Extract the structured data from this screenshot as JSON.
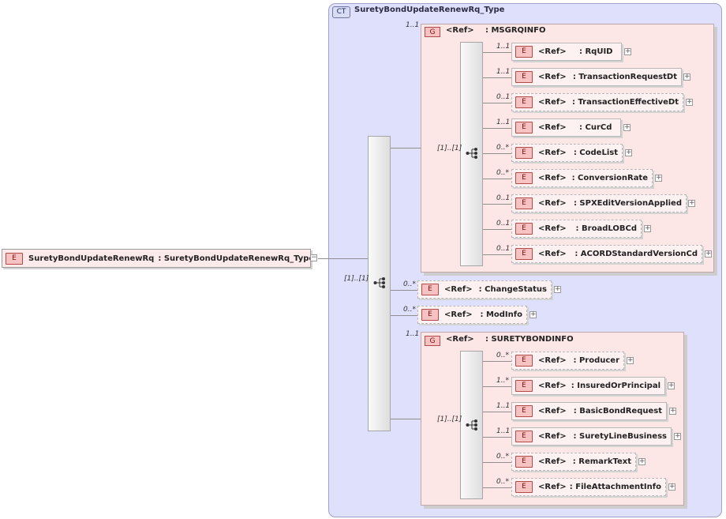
{
  "root": {
    "badge": "E",
    "name": "SuretyBondUpdateRenewRq",
    "type_label": ": SuretyBondUpdateRenewRq_Type",
    "expander": "−"
  },
  "complex_type": {
    "badge": "CT",
    "title": "SuretyBondUpdateRenewRq_Type"
  },
  "main_sequence": {
    "multiplicity": "[1]..[1]"
  },
  "msgrq_group": {
    "badge": "G",
    "ref": "<Ref>",
    "name": ": MSGRQINFO",
    "multiplicity": "1..1",
    "seq_multiplicity": "[1]..[1]",
    "items": [
      {
        "mult": "1..1",
        "ref": "<Ref>",
        "name": ": RqUID",
        "expander": "+"
      },
      {
        "mult": "1..1",
        "ref": "<Ref>",
        "name": ": TransactionRequestDt",
        "expander": "+"
      },
      {
        "mult": "0..1",
        "ref": "<Ref>",
        "name": ": TransactionEffectiveDt",
        "expander": "+"
      },
      {
        "mult": "1..1",
        "ref": "<Ref>",
        "name": ": CurCd",
        "expander": "+"
      },
      {
        "mult": "0..*",
        "ref": "<Ref>",
        "name": ": CodeList",
        "expander": "+"
      },
      {
        "mult": "0..*",
        "ref": "<Ref>",
        "name": ": ConversionRate",
        "expander": "+"
      },
      {
        "mult": "0..1",
        "ref": "<Ref>",
        "name": ": SPXEditVersionApplied",
        "expander": "+"
      },
      {
        "mult": "0..1",
        "ref": "<Ref>",
        "name": ": BroadLOBCd",
        "expander": "+"
      },
      {
        "mult": "0..1",
        "ref": "<Ref>",
        "name": ": ACORDStandardVersionCd",
        "expander": "+"
      }
    ]
  },
  "middle_elements": [
    {
      "mult": "0..*",
      "ref": "<Ref>",
      "name": ": ChangeStatus",
      "expander": "+"
    },
    {
      "mult": "0..*",
      "ref": "<Ref>",
      "name": ": ModInfo",
      "expander": "+"
    }
  ],
  "surety_group": {
    "badge": "G",
    "ref": "<Ref>",
    "name": ": SURETYBONDINFO",
    "multiplicity": "1..1",
    "seq_multiplicity": "[1]..[1]",
    "items": [
      {
        "mult": "0..*",
        "ref": "<Ref>",
        "name": ": Producer",
        "expander": "+"
      },
      {
        "mult": "1..*",
        "ref": "<Ref>",
        "name": ": InsuredOrPrincipal",
        "expander": "+"
      },
      {
        "mult": "1..1",
        "ref": "<Ref>",
        "name": ": BasicBondRequest",
        "expander": "+"
      },
      {
        "mult": "1..1",
        "ref": "<Ref>",
        "name": ": SuretyLineBusiness",
        "expander": "+"
      },
      {
        "mult": "0..*",
        "ref": "<Ref>",
        "name": ": RemarkText",
        "expander": "+"
      },
      {
        "mult": "0..*",
        "ref": "<Ref>",
        "name": ": FileAttachmentInfo",
        "expander": "+"
      }
    ]
  }
}
